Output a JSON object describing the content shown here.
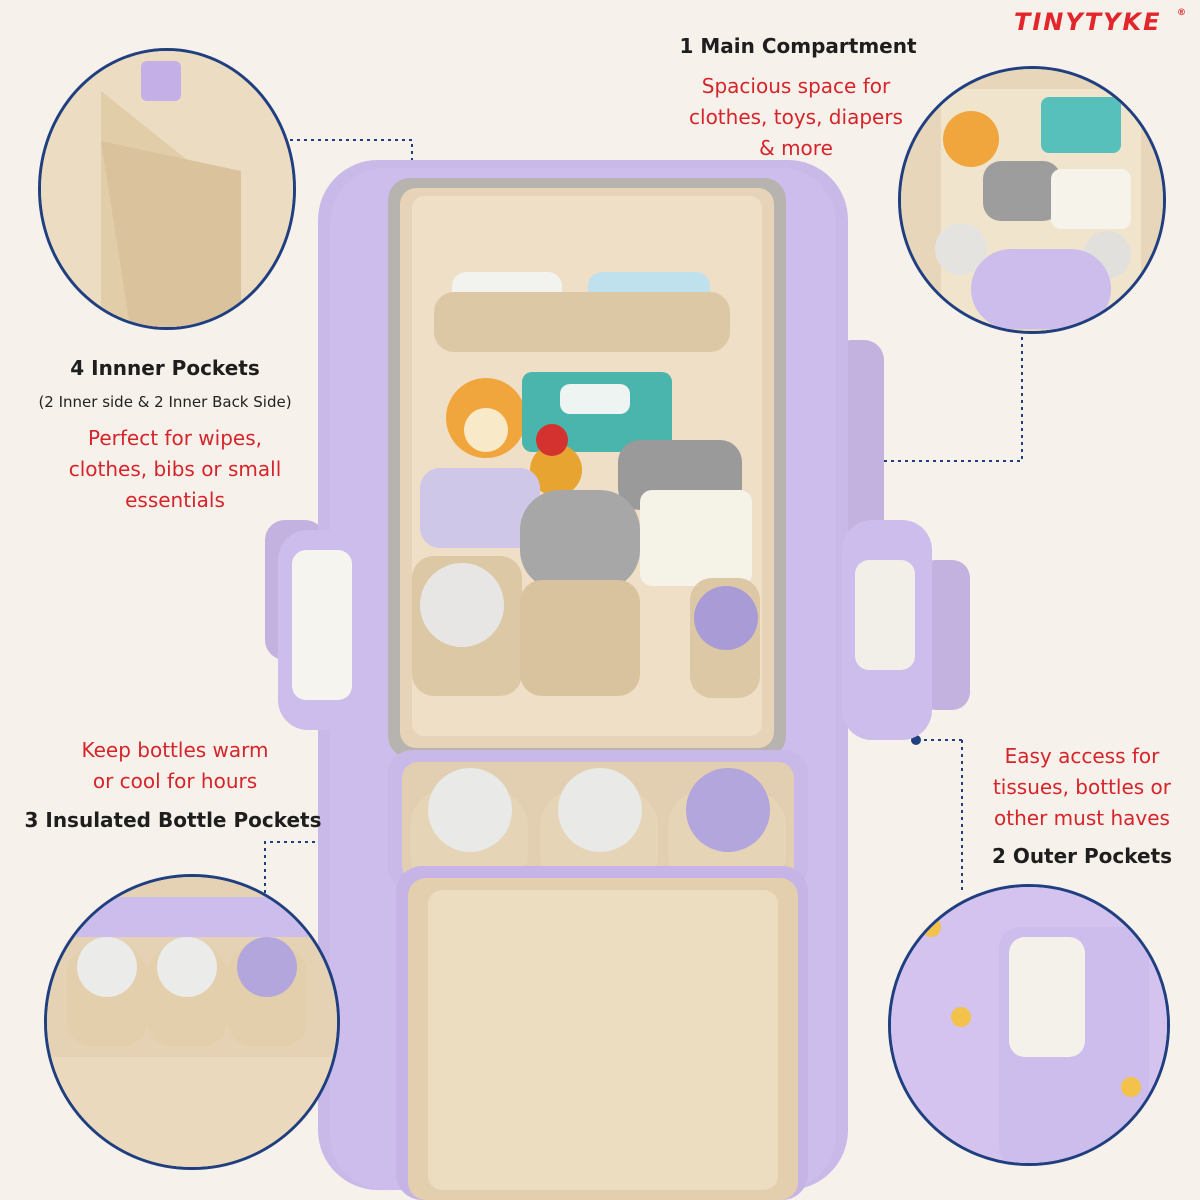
{
  "brand": {
    "logo_text": "TINYTYKE",
    "registered": "®",
    "color": "#e2262c"
  },
  "colors": {
    "accent_red": "#d6242b",
    "navy": "#1f3f80",
    "lavender": "#c7b6e6",
    "beige": "#e8d6bb"
  },
  "features": {
    "main_compartment": {
      "title": "1 Main Compartment",
      "lines": [
        "Spacious space for",
        "clothes, toys, diapers",
        "& more"
      ]
    },
    "inner_pockets": {
      "title": "4 Innner Pockets",
      "subtitle": "(2 Inner side & 2 Inner Back Side)",
      "lines": [
        "Perfect for wipes,",
        "clothes, bibs or small",
        "essentials"
      ]
    },
    "bottle_pockets": {
      "lines": [
        "Keep bottles warm",
        "or cool for hours"
      ],
      "title": "3 Insulated Bottle Pockets"
    },
    "outer_pockets": {
      "lines": [
        "Easy access for",
        "tissues, bottles or",
        "other must haves"
      ],
      "title": "2 Outer Pockets"
    }
  }
}
